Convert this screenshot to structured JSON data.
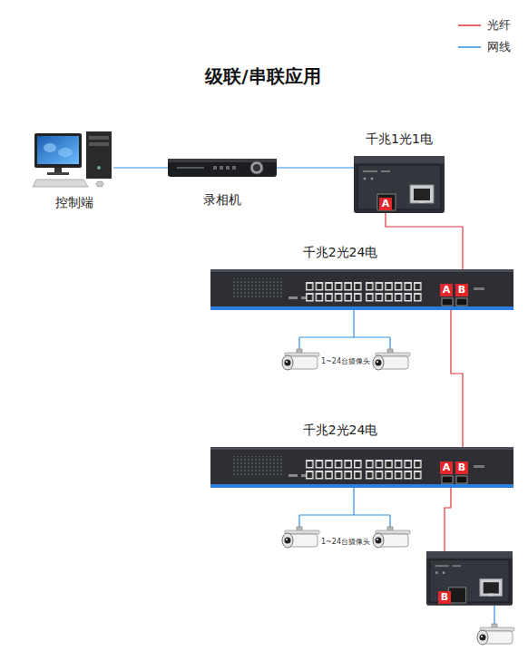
{
  "diagram": {
    "title": "级联/串联应用",
    "nodes": [
      {
        "text": [
          "控制端"
        ]
      },
      {
        "text": [
          "录相机"
        ]
      },
      {
        "text": [
          "千兆1光1电",
          "A"
        ]
      },
      {
        "text": [
          "千兆2光24电",
          "A",
          "B"
        ]
      },
      {
        "text": [
          "1~24台摄像头"
        ]
      },
      {
        "text": [
          "千兆2光24电",
          "A",
          "B"
        ]
      },
      {
        "text": [
          "1~24台摄像头"
        ]
      },
      {
        "text": [
          "B"
        ]
      }
    ],
    "edges": [
      {
        "from": 0,
        "to": 1,
        "arrow": "none"
      },
      {
        "from": 1,
        "to": 2,
        "arrow": "none"
      },
      {
        "from": 2,
        "to": 3,
        "arrow": "none"
      },
      {
        "from": 3,
        "to": 4,
        "arrow": "none"
      },
      {
        "from": 3,
        "to": 5,
        "arrow": "none"
      },
      {
        "from": 5,
        "to": 6,
        "arrow": "none"
      },
      {
        "from": 5,
        "to": 7,
        "arrow": "none"
      }
    ],
    "legend": [
      {
        "text": "光纤"
      },
      {
        "text": "网线"
      }
    ]
  }
}
